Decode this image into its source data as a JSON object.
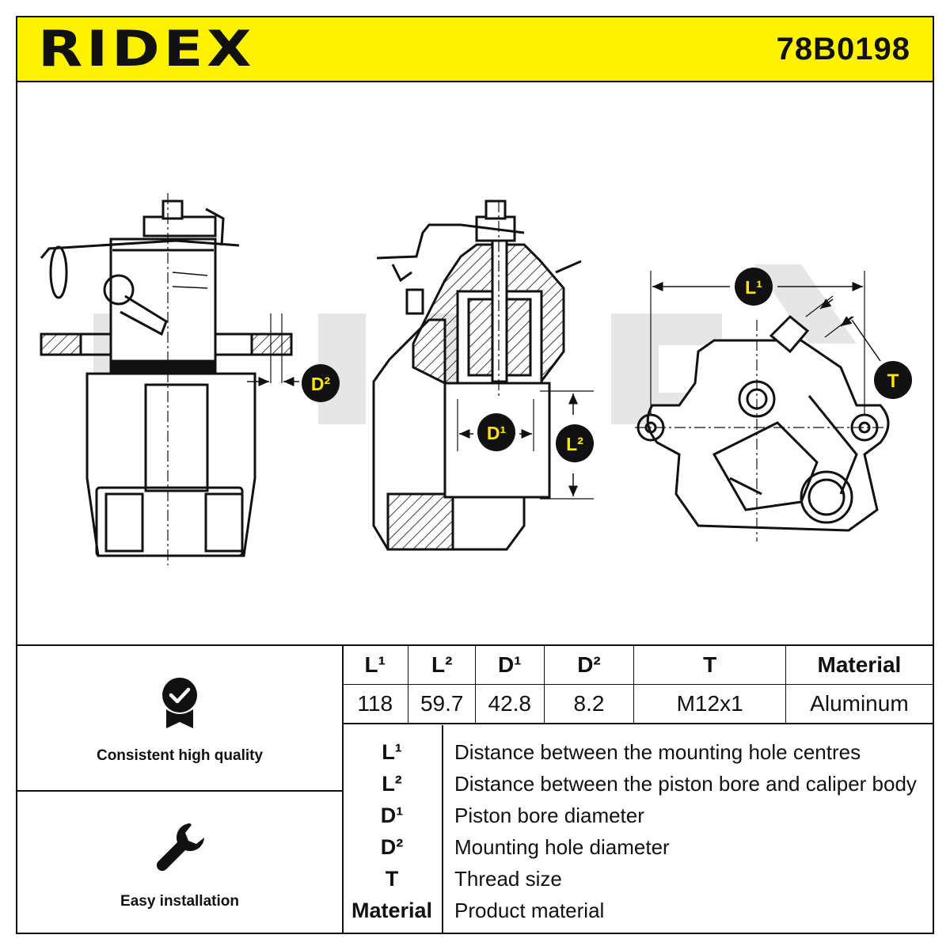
{
  "brand": {
    "logo_text": "RIDEX",
    "color": "#fff200"
  },
  "part_number": "78B0198",
  "callouts": {
    "l1": "L¹",
    "l2": "L²",
    "d1": "D¹",
    "d2": "D²",
    "t": "T"
  },
  "features": [
    {
      "label": "Consistent high quality",
      "icon": "quality-badge-icon"
    },
    {
      "label": "Easy installation",
      "icon": "wrench-icon"
    }
  ],
  "spec_table": {
    "headers": [
      "L¹",
      "L²",
      "D¹",
      "D²",
      "T",
      "Material"
    ],
    "values": [
      "118",
      "59.7",
      "42.8",
      "8.2",
      "M12x1",
      "Aluminum"
    ]
  },
  "legend": [
    {
      "key": "L¹",
      "desc": "Distance between the mounting hole centres"
    },
    {
      "key": "L²",
      "desc": "Distance between the piston bore and caliper body"
    },
    {
      "key": "D¹",
      "desc": "Piston bore diameter"
    },
    {
      "key": "D²",
      "desc": "Mounting hole diameter"
    },
    {
      "key": "T",
      "desc": "Thread size"
    },
    {
      "key": "Material",
      "desc": "Product material"
    }
  ]
}
